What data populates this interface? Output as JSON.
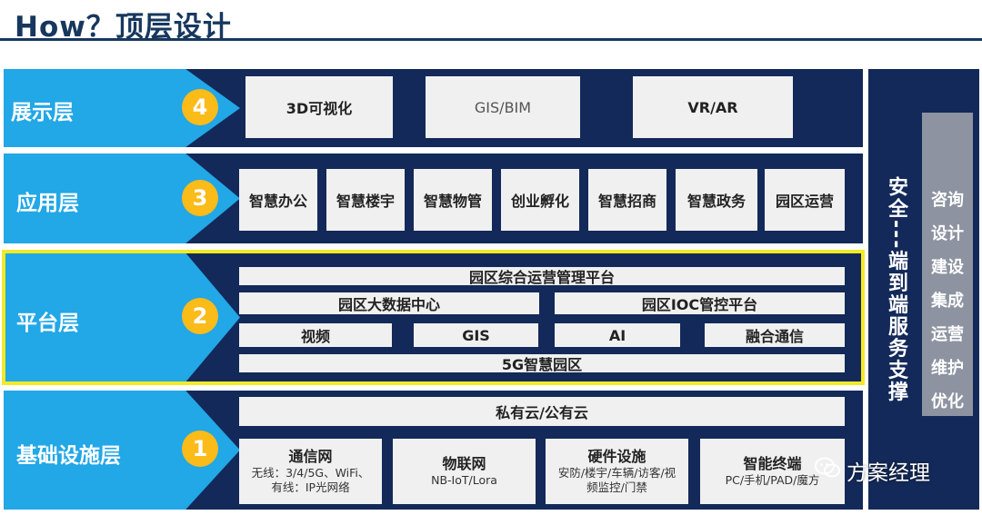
{
  "title": "How？顶层设计",
  "layers": [
    {
      "name": "展示层",
      "num": "4"
    },
    {
      "name": "应用层",
      "num": "3"
    },
    {
      "name": "平台层",
      "num": "2"
    },
    {
      "name": "基础设施层",
      "num": "1"
    }
  ],
  "display": [
    "3D可视化",
    "GIS/BIM",
    "VR/AR"
  ],
  "apps": [
    "智慧办公",
    "智慧楼宇",
    "智慧物管",
    "创业孵化",
    "智慧招商",
    "智慧政务",
    "园区运营"
  ],
  "platform": {
    "top": "园区综合运营管理平台",
    "left": "园区大数据中心",
    "right": "园区IOC管控平台",
    "items": [
      "视频",
      "GIS",
      "AI",
      "融合通信"
    ],
    "bottom": "5G智慧园区"
  },
  "infra": {
    "cloud": "私有云/公有云",
    "items": [
      {
        "title": "通信网",
        "sub1": "无线：3/4/5G、WiFi、",
        "sub2": "有线：IP光网络"
      },
      {
        "title": "物联网",
        "sub1": "NB-IoT/Lora",
        "sub2": ""
      },
      {
        "title": "硬件设施",
        "sub1": "安防/楼宇/车辆/访客/视",
        "sub2": "频监控/门禁"
      },
      {
        "title": "智能终端",
        "sub1": "PC/手机/PAD/魔方",
        "sub2": ""
      }
    ]
  },
  "side": {
    "vertical": "安全---端到端服务支撑",
    "items": [
      "咨询",
      "设计",
      "建设",
      "集成",
      "运营",
      "维护",
      "优化"
    ]
  },
  "watermark": "方案经理",
  "colors": {
    "navy": "#132959",
    "blue": "#22a7e7",
    "yellow": "#fbbb19",
    "highlight": "#f2ea26"
  }
}
